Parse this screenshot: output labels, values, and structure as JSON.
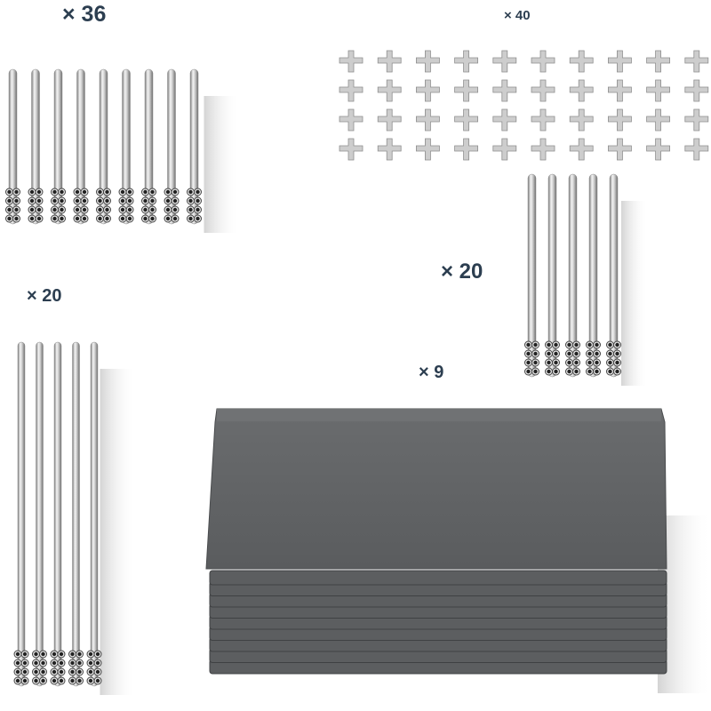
{
  "groups": [
    {
      "id": "tubes-36",
      "quantity_label": "× 36",
      "part": "tube",
      "count": 36
    },
    {
      "id": "connectors-40",
      "quantity_label": "× 40",
      "part": "connector",
      "count": 40
    },
    {
      "id": "tubes-20-short",
      "quantity_label": "× 20",
      "part": "tube",
      "count": 20
    },
    {
      "id": "tubes-20-long",
      "quantity_label": "× 20",
      "part": "tube",
      "count": 20
    },
    {
      "id": "panels-9",
      "quantity_label": "× 9",
      "part": "panel",
      "count": 9
    }
  ],
  "colors": {
    "label": "#2c3e50",
    "tube_light": "#f2f2f2",
    "tube_dark": "#8f8f8f",
    "panel": "#5f6163",
    "panel_edge": "#4a4c4e",
    "connector": "#c9c9c9"
  }
}
